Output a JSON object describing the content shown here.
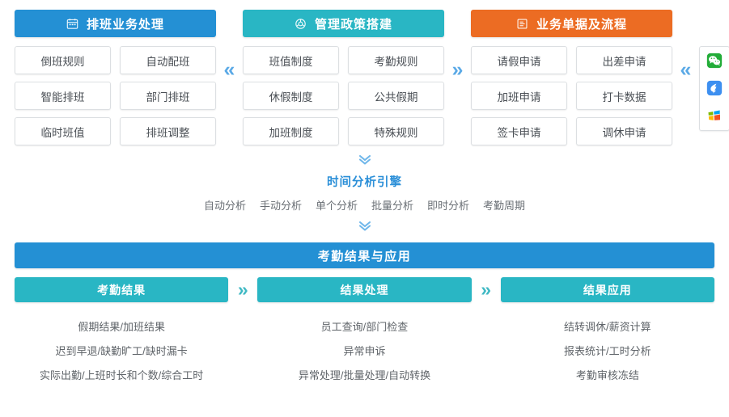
{
  "colors": {
    "blue": "#2490d4",
    "teal": "#29b6c4",
    "orange": "#ec6c23",
    "banner_blue": "#2490d4",
    "chevron_blue": "#5aa9e6",
    "chevron_teal": "#3fb9c4"
  },
  "top_columns": [
    {
      "title": "排班业务处理",
      "icon": "calendar-icon",
      "color": "#2490d4",
      "cells": [
        "倒班规则",
        "自动配班",
        "智能排班",
        "部门排班",
        "临时班值",
        "排班调整"
      ]
    },
    {
      "title": "管理政策搭建",
      "icon": "settings-circle-icon",
      "color": "#29b6c4",
      "cells": [
        "班值制度",
        "考勤规则",
        "休假制度",
        "公共假期",
        "加班制度",
        "特殊规则"
      ]
    },
    {
      "title": "业务单据及流程",
      "icon": "form-document-icon",
      "color": "#ec6c23",
      "cells": [
        "请假申请",
        "出差申请",
        "加班申请",
        "打卡数据",
        "签卡申请",
        "调休申请"
      ]
    }
  ],
  "top_chevrons": [
    {
      "name": "chevron-left-col1-col2",
      "glyph": "«"
    },
    {
      "name": "chevron-right-col2-col3",
      "glyph": "»"
    },
    {
      "name": "chevron-left-col3-apps",
      "glyph": "«"
    }
  ],
  "app_panel": {
    "icons": [
      {
        "name": "wechat-icon",
        "label": "微信"
      },
      {
        "name": "dingtalk-icon",
        "label": "钉钉"
      },
      {
        "name": "windows-icon",
        "label": "Windows"
      }
    ]
  },
  "engine": {
    "chevron_top": "»",
    "chevron_bottom": "»",
    "title": "时间分析引擎",
    "tags": [
      "自动分析",
      "手动分析",
      "单个分析",
      "批量分析",
      "即时分析",
      "考勤周期"
    ]
  },
  "results_banner": {
    "title": "考勤结果与应用"
  },
  "bottom_columns": [
    {
      "title": "考勤结果",
      "lines": [
        "假期结果/加班结果",
        "迟到早退/缺勤旷工/缺时漏卡",
        "实际出勤/上班时长和个数/综合工时"
      ]
    },
    {
      "title": "结果处理",
      "lines": [
        "员工查询/部门检查",
        "异常申诉",
        "异常处理/批量处理/自动转换"
      ]
    },
    {
      "title": "结果应用",
      "lines": [
        "结转调休/薪资计算",
        "报表统计/工时分析",
        "考勤审核冻结"
      ]
    }
  ],
  "bottom_chevrons": [
    {
      "name": "chevron-right-results-process",
      "glyph": "»"
    },
    {
      "name": "chevron-right-process-apply",
      "glyph": "»"
    }
  ]
}
